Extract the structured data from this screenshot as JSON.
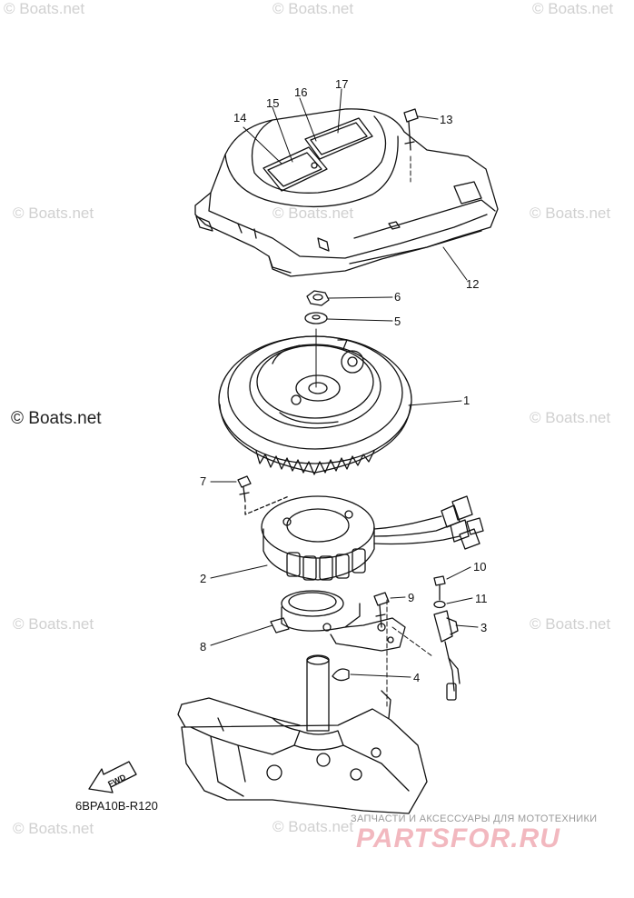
{
  "watermark": {
    "text": "© Boats.net",
    "strong_text": "© Boats.net"
  },
  "callouts": [
    {
      "id": "c1",
      "label": "1"
    },
    {
      "id": "c2",
      "label": "2"
    },
    {
      "id": "c3",
      "label": "3"
    },
    {
      "id": "c4",
      "label": "4"
    },
    {
      "id": "c5",
      "label": "5"
    },
    {
      "id": "c6",
      "label": "6"
    },
    {
      "id": "c7",
      "label": "7"
    },
    {
      "id": "c8",
      "label": "8"
    },
    {
      "id": "c9",
      "label": "9"
    },
    {
      "id": "c10",
      "label": "10"
    },
    {
      "id": "c11",
      "label": "11"
    },
    {
      "id": "c12",
      "label": "12"
    },
    {
      "id": "c13",
      "label": "13"
    },
    {
      "id": "c14",
      "label": "14"
    },
    {
      "id": "c15",
      "label": "15"
    },
    {
      "id": "c16",
      "label": "16"
    },
    {
      "id": "c17",
      "label": "17"
    }
  ],
  "diagram_code": "6BPA10B-R120",
  "fwd_label": "FWD",
  "brand": {
    "tagline": "ЗАПЧАСТИ И АКСЕССУАРЫ ДЛЯ МОТОТЕХНИКИ",
    "name": "PARTSFOR.RU"
  }
}
